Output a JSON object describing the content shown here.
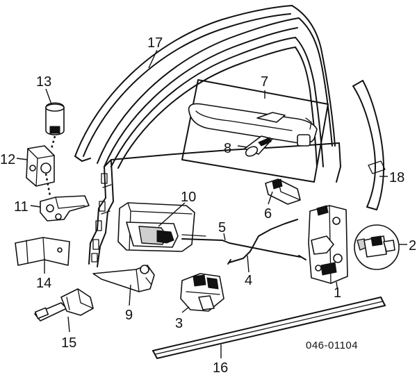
{
  "callouts": {
    "p1": "1",
    "p2": "2",
    "p3": "3",
    "p4": "4",
    "p5": "5",
    "p6": "6",
    "p7": "7",
    "p8": "8",
    "p9": "9",
    "p10": "10",
    "p11": "11",
    "p12": "12",
    "p13": "13",
    "p14": "14",
    "p15": "15",
    "p16": "16",
    "p17": "17",
    "p18": "18"
  },
  "reference_code": "046-01104"
}
